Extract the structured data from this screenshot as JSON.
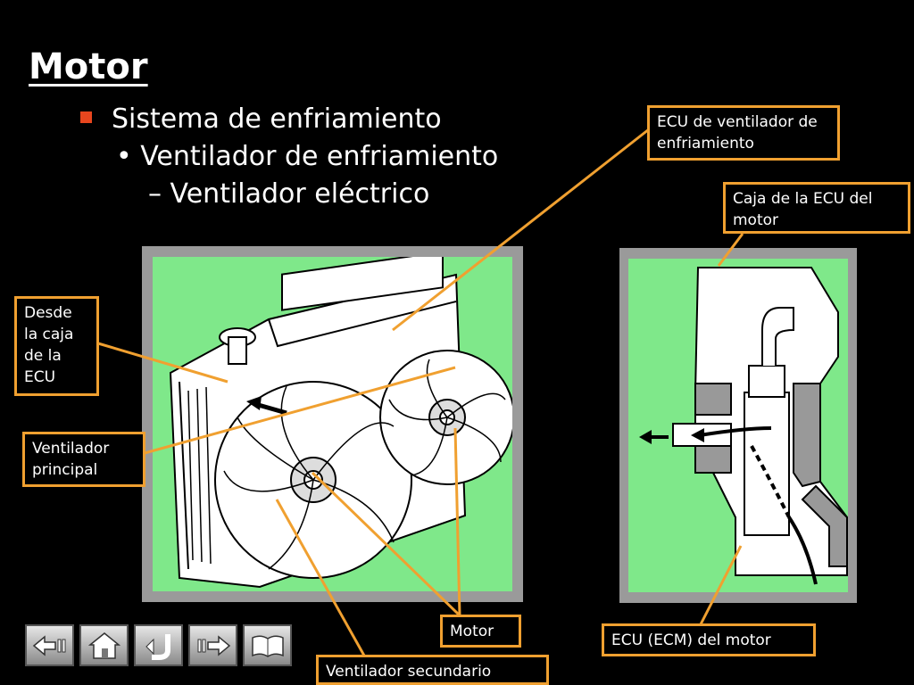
{
  "title": "Motor",
  "bullets": {
    "level1": "Sistema de enfriamiento",
    "level2": "• Ventilador de enfriamiento",
    "level3": "– Ventilador eléctrico"
  },
  "callouts": {
    "ecu_fan": "ECU de ventilador de enfriamiento",
    "ecu_box": "Caja de la ECU del motor",
    "from_box": "Desde la caja de la ECU",
    "main_fan": "Ventilador principal",
    "motor": "Motor",
    "secondary_fan": "Ventilador secundario",
    "engine_ecu": "ECU (ECM) del motor"
  },
  "colors": {
    "background": "#000000",
    "accent": "#f0a030",
    "bullet": "#e8461e",
    "diagram_bg": "#7fe88a",
    "frame": "#9a9a9a"
  },
  "nav": [
    "first-icon",
    "home-icon",
    "return-icon",
    "next-icon",
    "book-icon"
  ]
}
